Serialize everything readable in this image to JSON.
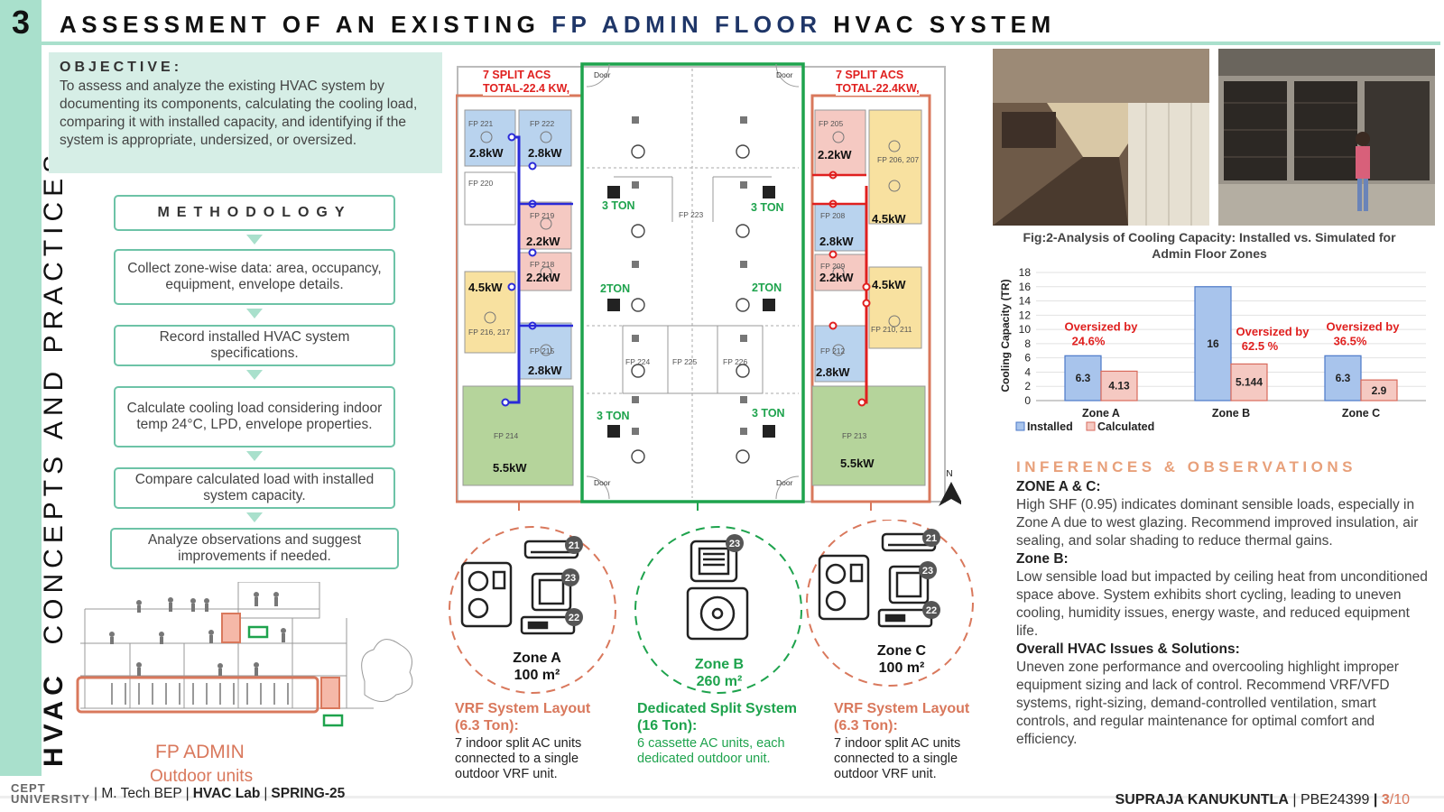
{
  "sidebar": {
    "number": "3",
    "text_bold": "HVAC",
    "text_rest": "CONCEPTS AND PRACTICES"
  },
  "header": {
    "part1": "ASSESSMENT OF AN EXISTING",
    "highlight": "FP ADMIN FLOOR",
    "part2": "HVAC SYSTEM"
  },
  "objective": {
    "title": "OBJECTIVE:",
    "text": "To assess and analyze the existing HVAC system by documenting its components, calculating the cooling load, comparing it with installed capacity, and identifying if the system is appropriate, undersized, or oversized."
  },
  "methodology": {
    "title": "METHODOLOGY",
    "steps": [
      "Collect zone-wise data: area, occupancy, equipment, envelope details.",
      "Record installed HVAC system specifications.",
      "Calculate cooling load considering indoor temp 24°C, LPD, envelope properties.",
      "Compare calculated load with installed system capacity.",
      "Analyze observations and suggest improvements if needed."
    ]
  },
  "building": {
    "title": "FP ADMIN",
    "subtitle": "Outdoor units"
  },
  "plan": {
    "left_label": "7 SPLIT ACS\nTOTAL-22.4 KW,",
    "right_label": "7 SPLIT ACS\nTOTAL-22.4KW,",
    "door": "Door",
    "rooms": {
      "fp221": "FP 221",
      "fp222": "FP 222",
      "fp220": "FP 220",
      "fp219": "FP 219",
      "fp218": "FP 218",
      "fp216": "FP 216, 217",
      "fp215": "FP 215",
      "fp214": "FP 214",
      "fp223": "FP 223",
      "fp224": "FP 224",
      "fp225": "FP 225",
      "fp226": "FP 226",
      "fp205": "FP 205",
      "fp206": "FP 206, 207",
      "fp208": "FP 208",
      "fp209": "FP 209",
      "fp210": "FP 210, 211",
      "fp212": "FP 212",
      "fp213": "FP 213"
    },
    "kw": {
      "a1": "2.8kW",
      "a2": "2.8kW",
      "a3": "2.2kW",
      "a4": "2.2kW",
      "a5": "4.5kW",
      "a6": "2.8kW",
      "a7": "5.5kW",
      "c1": "2.2kW",
      "c2": "4.5kW",
      "c3": "2.8kW",
      "c4": "2.2kW",
      "c5": "4.5kW",
      "c6": "2.8kW",
      "c7": "5.5kW"
    },
    "ton": {
      "t1": "3 TON",
      "t2": "3 TON",
      "t3": "2TON",
      "t4": "2TON",
      "t5": "3 TON",
      "t6": "3 TON"
    },
    "north": "N"
  },
  "zones": {
    "a": {
      "name": "Zone A",
      "area": "100 m²",
      "count_outdoor": "21",
      "count_cassette": "23",
      "count_duct": "22",
      "sys_title": "VRF System Layout\n(6.3 Ton):",
      "sys_text": "7 indoor split AC units connected to a single outdoor VRF unit."
    },
    "b": {
      "name": "Zone B",
      "area": "260 m²",
      "count_cassette": "23",
      "sys_title": "Dedicated Split System\n(16 Ton):",
      "sys_text": "6 cassette AC units, each dedicated outdoor unit."
    },
    "c": {
      "name": "Zone C",
      "area": "100 m²",
      "count_outdoor": "21",
      "count_cassette": "23",
      "count_duct": "22",
      "sys_title": "VRF System Layout\n(6.3 Ton):",
      "sys_text": "7 indoor split AC units connected to a single outdoor VRF unit."
    }
  },
  "figure": {
    "caption": "Fig:2-Analysis of Cooling Capacity: Installed vs. Simulated for Admin Floor Zones"
  },
  "chart_data": {
    "type": "bar",
    "categories": [
      "Zone A",
      "Zone B",
      "Zone C"
    ],
    "series": [
      {
        "name": "Installed",
        "values": [
          6.3,
          16,
          6.3
        ],
        "color": "#a8c4ec",
        "stroke": "#4b78c8"
      },
      {
        "name": "Calculated",
        "values": [
          4.13,
          5.144,
          2.9
        ],
        "color": "#f5c9c2",
        "stroke": "#d86a5c"
      }
    ],
    "ylabel": "Cooling Capacity (TR)",
    "ylim": [
      0,
      18
    ],
    "yticks": [
      0,
      2,
      4,
      6,
      8,
      10,
      12,
      14,
      16,
      18
    ],
    "grid": true,
    "legend": "bottom-left",
    "annotations": [
      "Oversized by\n24.6%",
      "Oversized by\n62.5 %",
      "Oversized by\n36.5%"
    ],
    "value_labels": [
      [
        "6.3",
        "4.13"
      ],
      [
        "16",
        "5.144"
      ],
      [
        "6.3",
        "2.9"
      ]
    ]
  },
  "inferences": {
    "title": "INFERENCES & OBSERVATIONS",
    "h1": "ZONE A & C:",
    "p1": "High SHF (0.95) indicates dominant sensible loads, especially in Zone A due to west glazing. Recommend improved insulation, air sealing, and solar shading to reduce thermal gains.",
    "h2": "Zone B:",
    "p2": "Low sensible load but impacted by ceiling heat from unconditioned space above. System exhibits short cycling, leading to uneven cooling, humidity issues, energy waste, and reduced equipment life.",
    "h3": "Overall HVAC Issues & Solutions:",
    "p3": "Uneven zone performance and overcooling highlight improper equipment sizing and lack of control. Recommend VRF/VFD systems, right-sizing, demand-controlled ventilation, smart controls, and regular maintenance for optimal comfort and efficiency."
  },
  "footer": {
    "cept": "CEPT\nUNIVERSITY",
    "left": "| M. Tech BEP |",
    "lab": "HVAC Lab",
    "sep": "|",
    "term": "SPRING-25",
    "author": "SUPRAJA KANUKUNTLA",
    "sep2": "|",
    "id": "PBE24399",
    "sep3": "|",
    "page": "3",
    "total": "/10"
  }
}
